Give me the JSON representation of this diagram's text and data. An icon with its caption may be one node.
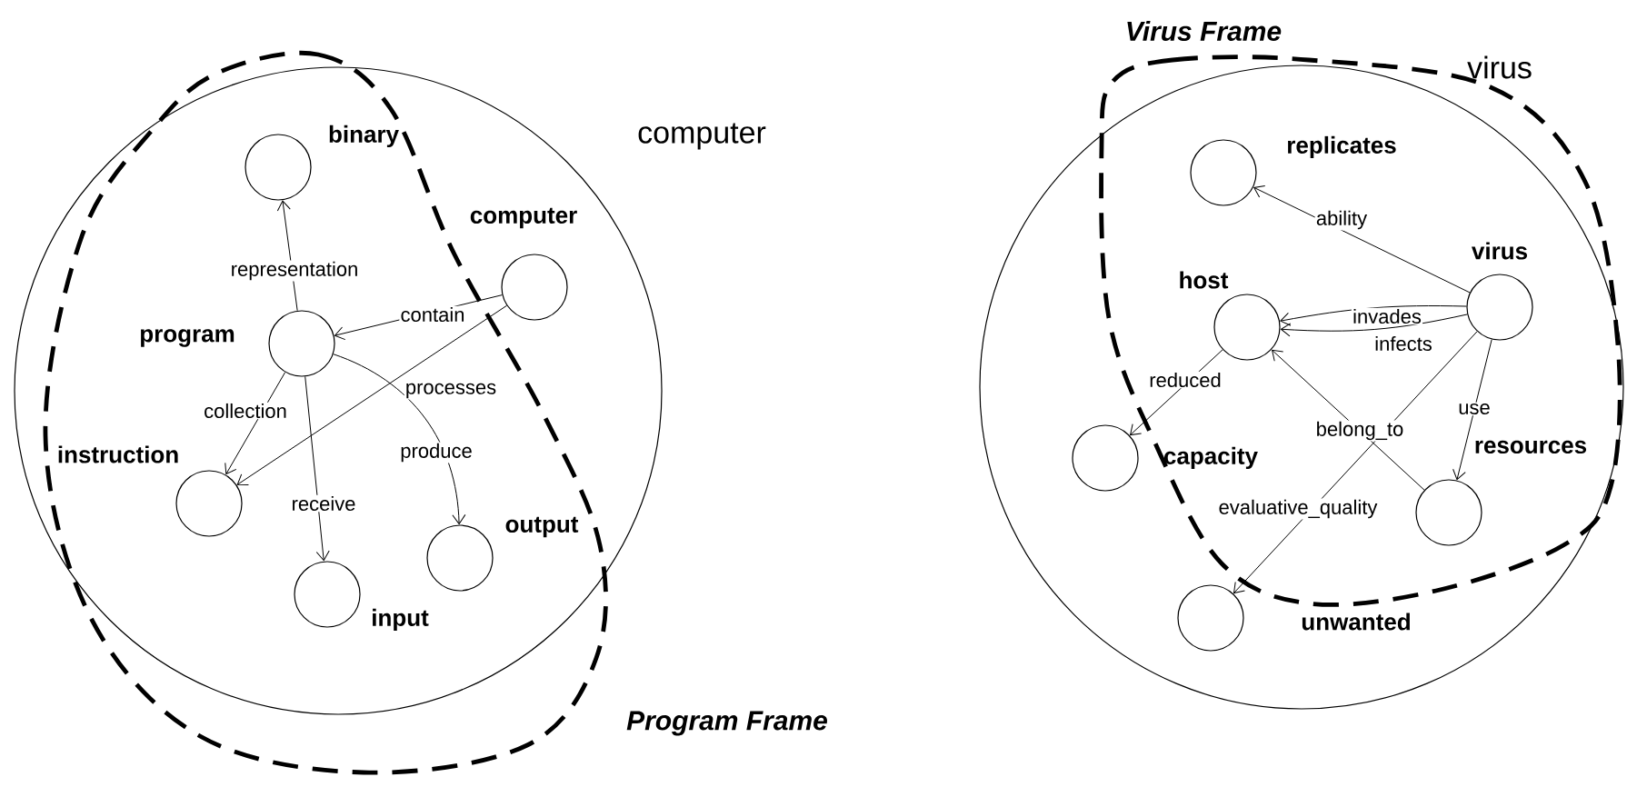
{
  "diagram": {
    "nodes": [
      {
        "text": [
          "computer"
        ]
      },
      {
        "text": [
          "binary"
        ],
        "in": 0
      },
      {
        "text": [
          "computer"
        ],
        "in": 0
      },
      {
        "text": [
          "program"
        ],
        "in": 0
      },
      {
        "text": [
          "instruction"
        ],
        "in": 0
      },
      {
        "text": [
          "output"
        ],
        "in": 0
      },
      {
        "text": [
          "input"
        ],
        "in": 0
      },
      {
        "text": [
          "virus"
        ]
      },
      {
        "text": [
          "replicates"
        ],
        "in": 7
      },
      {
        "text": [
          "virus"
        ],
        "in": 7
      },
      {
        "text": [
          "host"
        ],
        "in": 7
      },
      {
        "text": [
          "resources"
        ],
        "in": 7
      },
      {
        "text": [
          "capacity"
        ],
        "in": 7
      },
      {
        "text": [
          "unwanted"
        ],
        "in": 7
      }
    ],
    "edges": [
      {
        "from": 3,
        "to": 1,
        "arrow": "to",
        "label": "representation"
      },
      {
        "from": 2,
        "to": 3,
        "arrow": "to",
        "label": "contain"
      },
      {
        "from": 2,
        "to": 4,
        "arrow": "to",
        "label": "processes"
      },
      {
        "from": 3,
        "to": 4,
        "arrow": "to",
        "label": "collection"
      },
      {
        "from": 3,
        "to": 6,
        "arrow": "to",
        "label": "receive"
      },
      {
        "from": 3,
        "to": 5,
        "arrow": "to",
        "label": "produce"
      },
      {
        "from": 9,
        "to": 8,
        "arrow": "to",
        "label": "ability"
      },
      {
        "from": 9,
        "to": 10,
        "arrow": "to",
        "label": "invades"
      },
      {
        "from": 9,
        "to": 10,
        "arrow": "to",
        "label": "infects"
      },
      {
        "from": 10,
        "to": 12,
        "arrow": "to",
        "label": "reduced"
      },
      {
        "from": 11,
        "to": 10,
        "arrow": "to",
        "label": "belong_to"
      },
      {
        "from": 9,
        "to": 11,
        "arrow": "to",
        "label": "use"
      },
      {
        "from": 9,
        "to": 13,
        "arrow": "to",
        "label": "evaluative_quality"
      }
    ],
    "labels": [
      "Virus Frame",
      "Program Frame"
    ]
  }
}
